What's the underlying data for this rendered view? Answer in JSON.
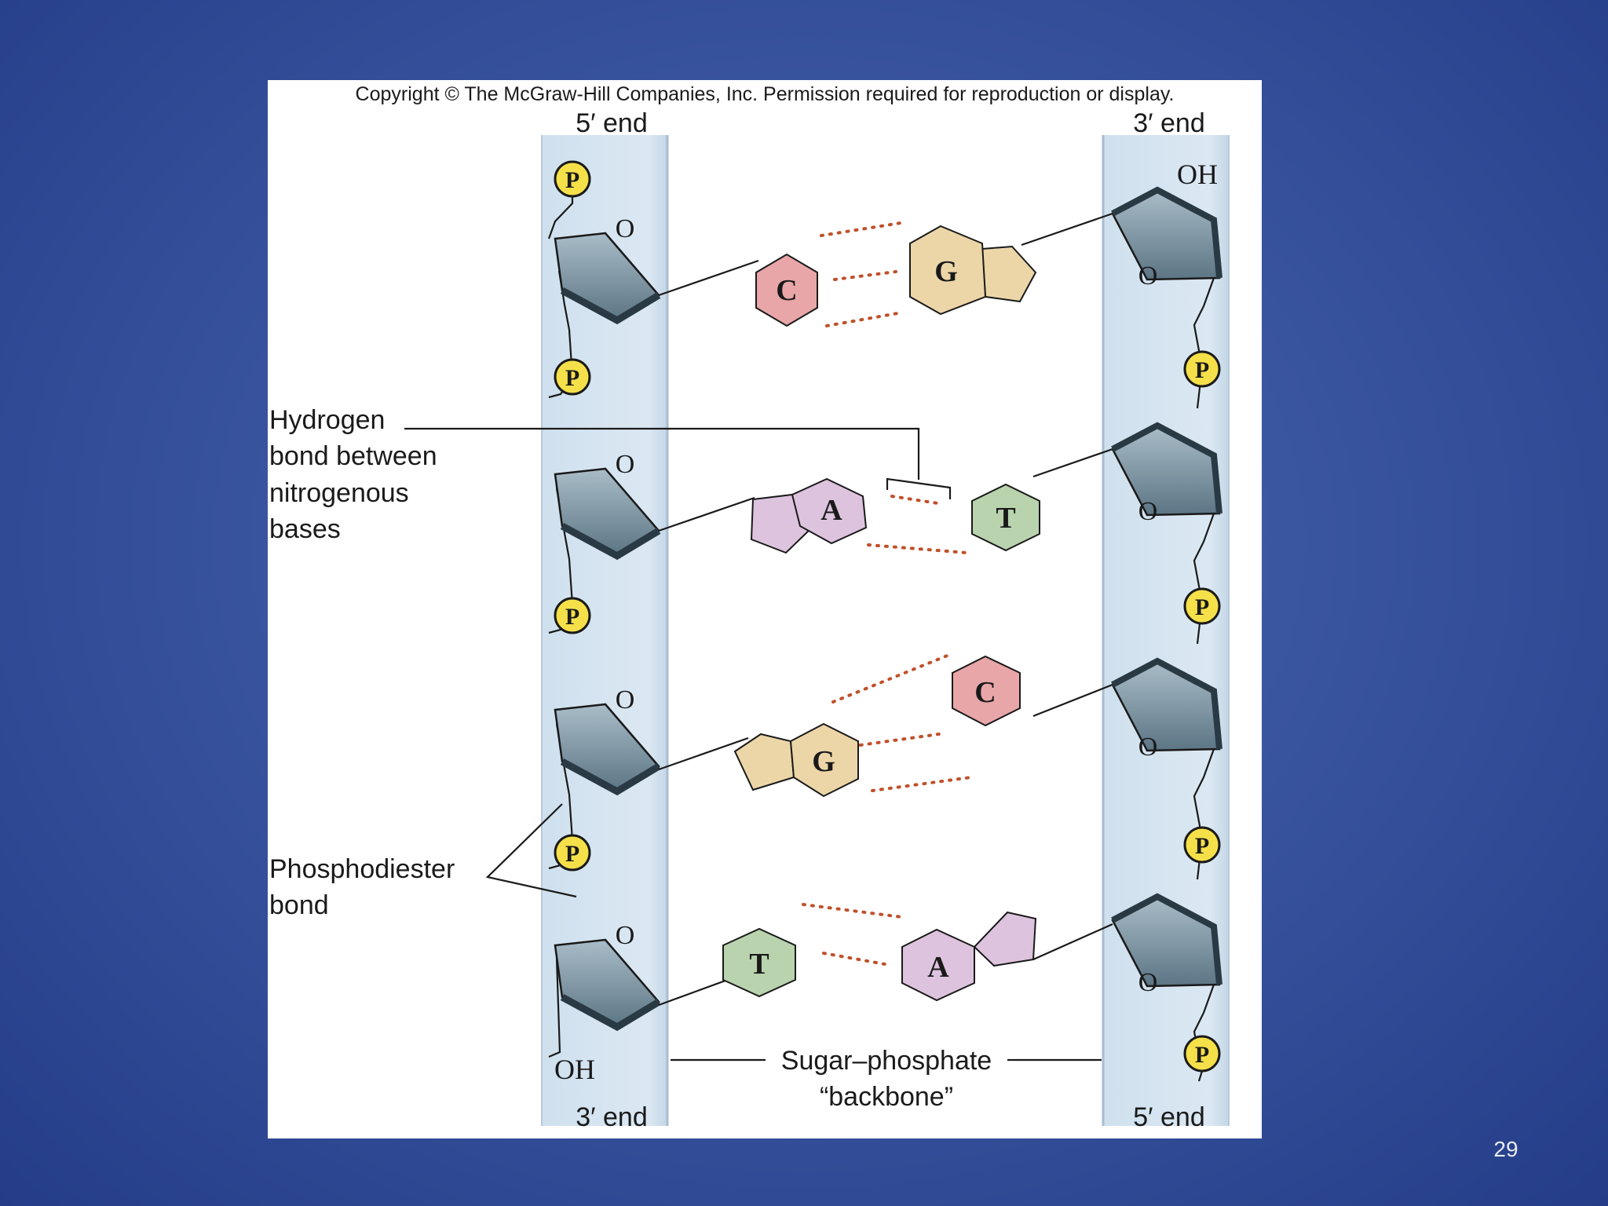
{
  "copyright": "Copyright © The McGraw-Hill Companies, Inc. Permission required for reproduction or display.",
  "left_strand": {
    "top_label": "5′ end",
    "bottom_label": "3′ end",
    "terminal": "OH"
  },
  "right_strand": {
    "top_label": "3′ end",
    "bottom_label": "5′ end",
    "terminal": "OH"
  },
  "phosphate_symbol": "P",
  "ring_oxygen": "O",
  "base_pairs": [
    {
      "left": "C",
      "right": "G"
    },
    {
      "left": "A",
      "right": "T"
    },
    {
      "left": "G",
      "right": "C"
    },
    {
      "left": "T",
      "right": "A"
    }
  ],
  "labels": {
    "hydrogen_bond": [
      "Hydrogen",
      "bond between",
      "nitrogenous",
      "bases"
    ],
    "phosphodiester": [
      "Phosphodiester",
      "bond"
    ],
    "backbone": [
      "Sugar–phosphate",
      "“backbone”"
    ]
  },
  "colors": {
    "slide_background": "#3a55a0",
    "backbone_band": "#d6e4f0",
    "phosphate": "#f5e04a",
    "sugar": "#6f8796",
    "cytosine": "#e8a6a8",
    "guanine": "#ecd6a8",
    "adenine": "#ddc3de",
    "thymine": "#b9d3ae",
    "hydrogen_bond_dots": "#c0502a"
  },
  "page_number": "29"
}
